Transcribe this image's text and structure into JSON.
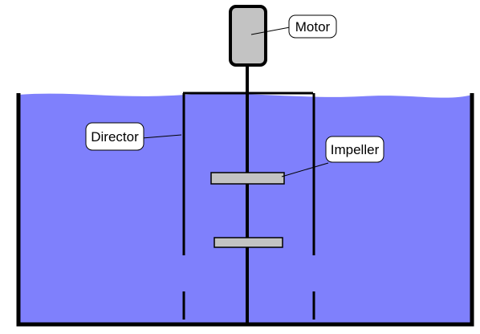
{
  "labels": {
    "motor": "Motor",
    "director": "Director",
    "impeller": "Impeller"
  },
  "colors": {
    "liquid": "#7f80fc",
    "tank_wall": "#000000",
    "component_fill": "#c3c3c3",
    "label_bg": "#ffffff"
  }
}
